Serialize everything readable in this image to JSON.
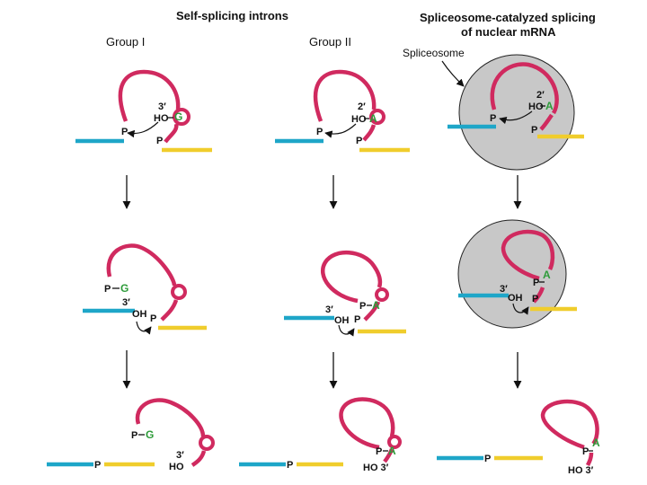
{
  "headers": {
    "self_splicing": "Self-splicing introns",
    "spliceosome_title_line1": "Spliceosome-catalyzed splicing",
    "spliceosome_title_line2": "of nuclear mRNA",
    "group1": "Group I",
    "group2": "Group  II",
    "spliceosome_label": "Spliceosome"
  },
  "labels": {
    "p": "P",
    "g": "G",
    "a": "A",
    "ho": "HO",
    "oh": "OH",
    "three_prime": "3′",
    "two_prime": "2′",
    "ho_3": "HO  3′"
  },
  "colors": {
    "intron": "#d02a5f",
    "exon_5": "#1ea6c8",
    "exon_3": "#f0cd2c",
    "nucleotide": "#2e9b3a",
    "spliceosome": "#c8c8c8"
  }
}
